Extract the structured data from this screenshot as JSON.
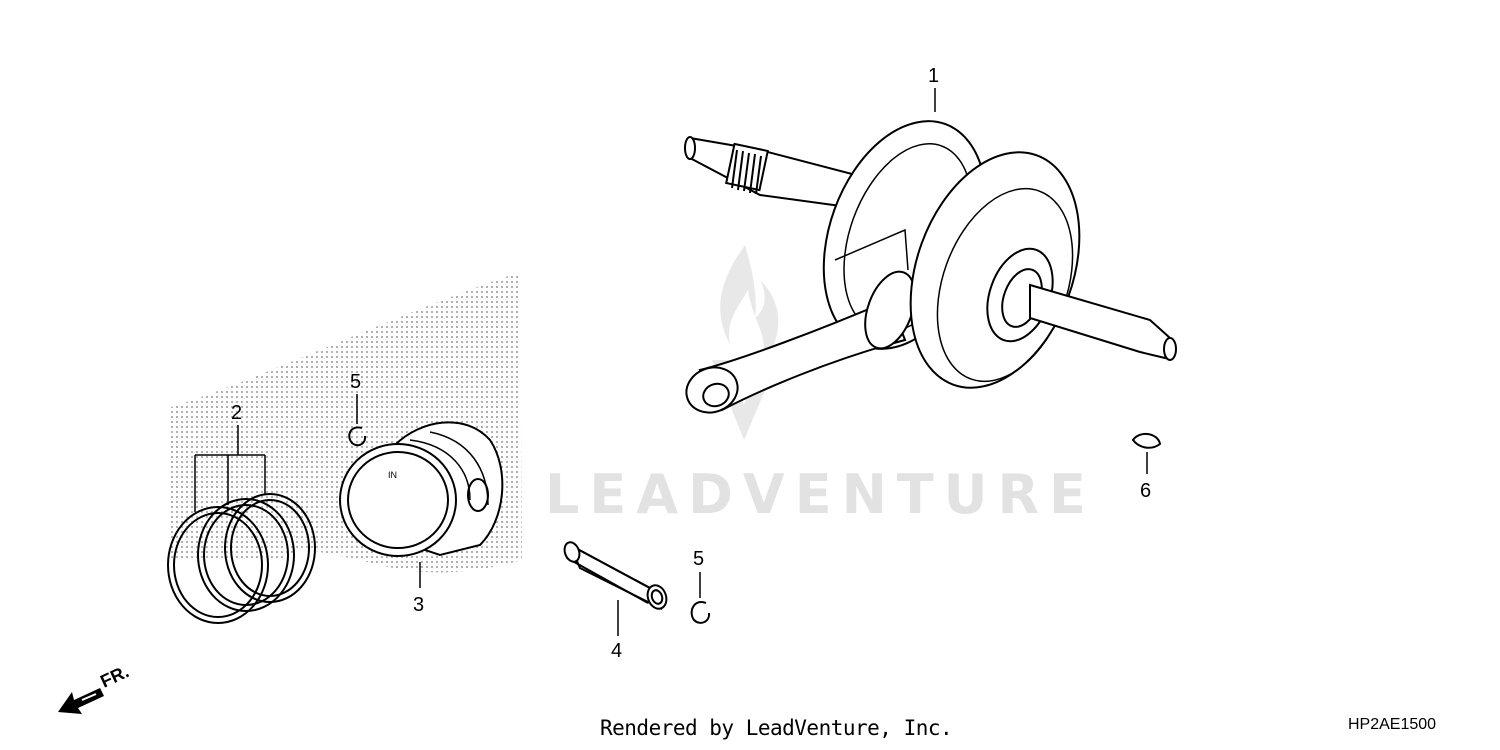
{
  "watermark": {
    "text": "LEADVENTURE"
  },
  "callouts": {
    "crankshaft": "1",
    "ring_set": "2",
    "piston": "3",
    "piston_pin": "4",
    "clip_upper": "5",
    "clip_lower": "5",
    "woodruff_key": "6"
  },
  "front_arrow": {
    "label": "FR."
  },
  "footer": {
    "credit": "Rendered by LeadVenture, Inc.",
    "diagram_code": "HP2AE1500"
  }
}
